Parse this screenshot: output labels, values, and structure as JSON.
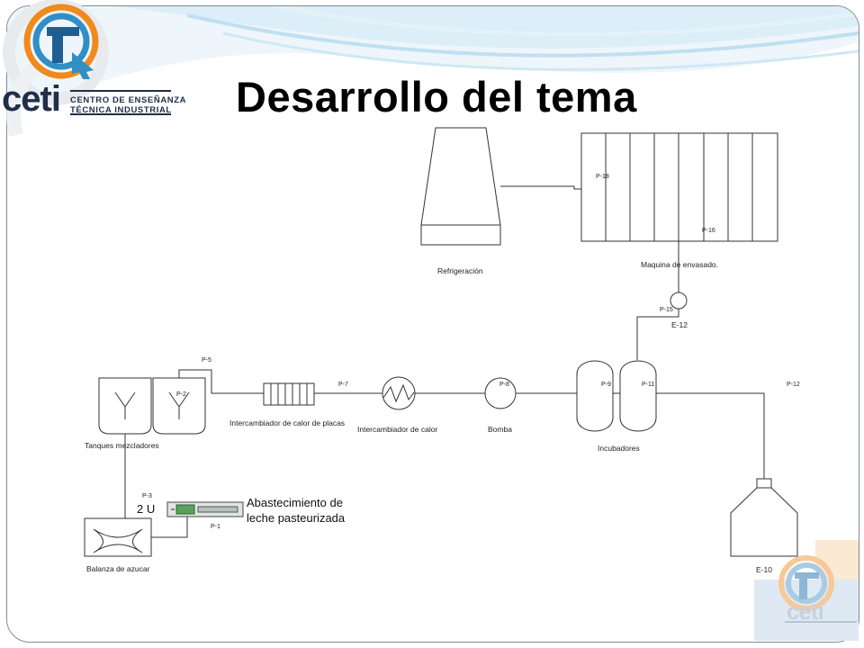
{
  "slide": {
    "title": "Desarrollo del tema",
    "logo": {
      "name": "ceti",
      "line1": "CENTRO DE ENSEÑANZA",
      "line2": "TÉCNICA INDUSTRIAL"
    },
    "corner_logo": {
      "name": "ceti"
    }
  },
  "diagram": {
    "equipment": {
      "refrigeracion": "Refrigeración",
      "maquina": "Maquina de envasado.",
      "e12": "E-12",
      "tanques": "Tanques mezcladores",
      "intercambiador_placas": "Intercambiador de calor de placas",
      "intercambiador": "Intercambiador de calor",
      "bomba": "Bomba",
      "incubadores": "Incubadores",
      "e10": "E-10",
      "balanza": "Balanza de azucar",
      "abastecimiento_1": "Abastecimiento de",
      "abastecimiento_2": "leche pasteurizada",
      "dos_u": "2 U"
    },
    "pipes": {
      "p1": "P-1",
      "p2": "P-2",
      "p3": "P-3",
      "p5": "P-5",
      "p7": "P-7",
      "p8": "P-8",
      "p9": "P-9",
      "p11": "P-11",
      "p12": "P-12",
      "p15": "P-15",
      "p16": "P-16",
      "p18": "P-18"
    }
  }
}
